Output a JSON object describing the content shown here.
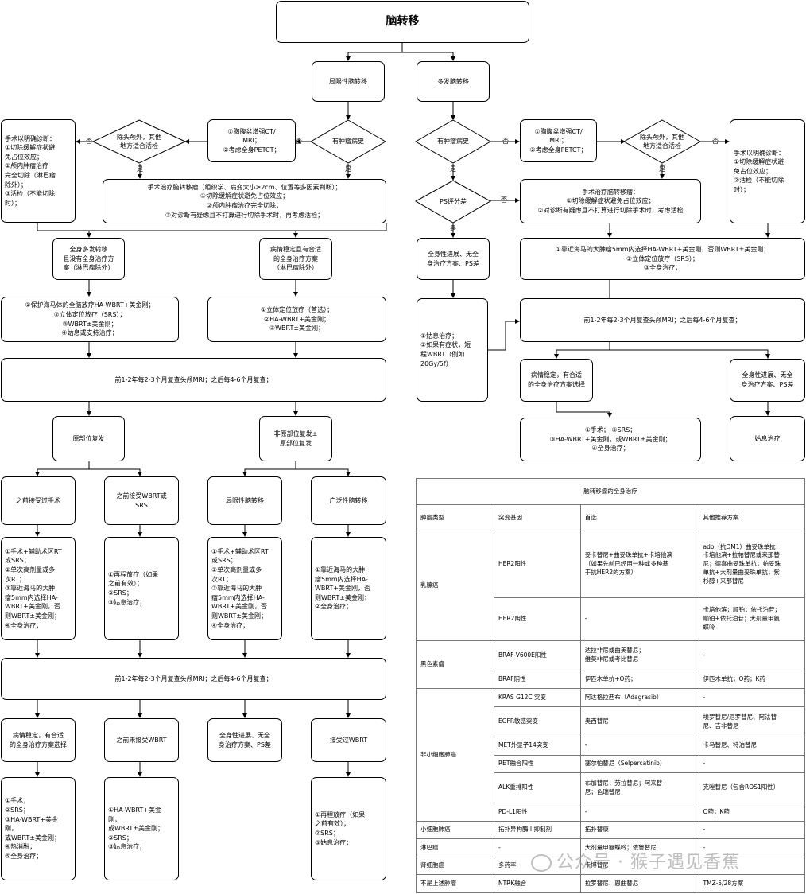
{
  "title": "脑转移",
  "top": {
    "localized": "局限性脑转移",
    "multiple": "多发脑转移"
  },
  "left": {
    "diamond_tumor_history": "有肿瘤病史",
    "imaging": "①胸腹盆增强CT/\nMRI；\n②考虑全身PETCT；",
    "diamond_other_sites": "除头颅外，其他\n地方适合活检",
    "surgery_diagnosis": "手术以明确诊断：\n①切除缓解症状避\n免占位效应；\n②颅内肿瘤治疗\n完全切除（淋巴瘤\n除外）；\n③活检（不能切除\n时）；",
    "surgery_main": "手术治疗脑转移瘤（组织学、病变大小≥2cm、位置等多因素判断）；\n①切除缓解症状避免占位效应；\n②颅内肿瘤治疗完全切除；\n③对诊断有疑虑且不打算进行切除手术时，再考虑活检；",
    "systemic_poor": "全身多发转移\n且没有全身治疗方\n案（淋巴瘤除外）",
    "systemic_stable": "病情稳定且有合适\n的全身治疗方案\n（淋巴瘤除外）",
    "tx_poor": "①保护海马体的全脑放疗HA-WBRT+美金刚；\n②立体定位放疗（SRS）；\n③WBRT±美金刚；\n④姑息或支持治疗；",
    "tx_stable": "①立体定位放疗（首选）；\n②HA-WBRT+美金刚；\n③WBRT±美金刚；",
    "followup": "前1-2年每2-3个月复查头颅MRI；之后每4-6个月复查；",
    "recur_local": "原部位复发",
    "recur_nonlocal": "非原部位复发±\n原部位复发",
    "prior_surgery": "之前接受过手术",
    "prior_wbrt_srs": "之前接受WBRT或\nSRS",
    "limited_mets": "局限性脑转移",
    "extensive_mets": "广泛性脑转移",
    "tx_prior_surgery": "①手术+辅助术区RT\n或SRS；\n②单次高剂量或多\n次RT；\n③靠近海马的大肿\n瘤5mm内选择HA-\nWBRT+美金刚，否\n则WBRT±美金刚；\n④全身治疗；",
    "tx_prior_wbrt": "①再程放疗（如果\n之前有效）；\n②SRS；\n③姑息治疗；",
    "tx_limited": "①手术+辅助术区RT\n或SRS；\n②单次高剂量或多\n次RT；\n③靠近海马的大肿\n瘤5mm内选择HA-\nWBRT+美金刚，否\n则WBRT±美金刚；\n④全身治疗；",
    "tx_extensive": "①靠近海马的大肿\n瘤5mm内选择HA-\nWBRT+美金刚，否\n则WBRT±美金刚；\n②全身治疗；",
    "followup2": "前1-2年每2-3个月复查头颅MRI；之后每4-6个月复查；",
    "stable_option": "病情稳定，有合适\n的全身治疗方案选择",
    "no_prior_wbrt": "之前未接受WBRT",
    "progression": "全身性进展、无全\n身治疗方案、PS差",
    "prior_wbrt": "接受过WBRT",
    "tx_stable_option": "①手术；\n②SRS；\n③HA-WBRT+美金\n刚，\n或WBRT±美金刚；\n④热消融；\n⑤全身治疗；",
    "tx_no_prior_wbrt": "①HA-WBRT+美金\n刚，\n或WBRT±美金刚；\n②SRS；\n③姑息治疗；"
  },
  "right": {
    "diamond_tumor_history": "有肿瘤病史",
    "imaging": "①胸腹盆增强CT/\nMRI；\n②考虑全身PETCT；",
    "diamond_other_sites": "除头颅外，其他\n地方适合活检",
    "surgery_diagnosis": "手术以明确诊断：\n①切除缓解症状避\n免占位效应；\n②活检（不能切除\n时）；",
    "diamond_ps": "PS评分差",
    "surgery_main": "手术治疗脑转移瘤：\n①切除缓解症状避免占位效应；\n②对诊断有疑虑且不打算进行切除手术时，考虑活检",
    "tx_main": "①靠近海马的大肿瘤5mm内选择HA-WBRT+美金刚，否则WBRT±美金刚；\n②立体定位放疗（SRS）；\n③全身治疗；",
    "progression": "全身性进展、无全\n身治疗方案、PS差",
    "palliative": "①姑息治疗；\n②如果有症状，短\n程WBRT（例如\n20Gy/5f）",
    "followup": "前1-2年每2-3个月复查头颅MRI；之后每4-6个月复查；",
    "stable_option": "病情稳定，有合适\n的全身治疗方案选择",
    "progression2": "全身性进展、无全\n身治疗方案、PS差",
    "tx_stable_option": "①手术；  ②SRS；\n③HA-WBRT+美金刚，或WBRT±美金刚；\n④全身治疗；",
    "palliative2": "姑息治疗"
  },
  "labels": {
    "yes": "是",
    "no": "否"
  },
  "table": {
    "caption": "脑转移瘤的全身治疗",
    "headers": [
      "肿瘤类型",
      "突变基因",
      "首选",
      "其他推荐方案"
    ],
    "rows": [
      {
        "type": "乳腺癌",
        "span": 2,
        "gene": "HER2阳性",
        "first": "妥卡替尼+曲妥珠单抗+卡培他滨\n（如果先前已经用一种或多种基\n于抗HER2的方案）",
        "other": "ado（抗DM1）曲妥珠单抗；\n卡培他滨+拉帕替尼或来那替\n尼；德喜曲妥珠单抗；帕妥珠\n单抗+大剂量曲妥珠单抗；紫\n杉醇+来那替尼"
      },
      {
        "gene": "HER2阴性",
        "first": "-",
        "other": "卡培他滨；顺铂；依托泊苷；\n顺铂+依托泊苷；大剂量甲氨\n蝶呤"
      },
      {
        "type": "黑色素瘤",
        "span": 2,
        "gene": "BRAF-V600E阳性",
        "first": "达拉非尼或曲美替尼；\n维莫非尼或考比替尼",
        "other": "-"
      },
      {
        "gene": "BRAF阴性",
        "first": "伊匹木单抗+O药；",
        "other": "伊匹木单抗；O药；K药"
      },
      {
        "type": "非小细胞肺癌",
        "span": 6,
        "gene": "KRAS G12C 突变",
        "first": "阿达格拉西布（Adagrasib）",
        "other": "-"
      },
      {
        "gene": "EGFR敏感突变",
        "first": "奥西替尼",
        "other": "埃罗替尼/厄罗替尼、阿法替\n尼、吉非替尼"
      },
      {
        "gene": "MET外显子14突变",
        "first": "-",
        "other": "卡马替尼、特泊替尼"
      },
      {
        "gene": "RET融合阳性",
        "first": "塞尔帕替尼（Selpercatinib）",
        "other": "-"
      },
      {
        "gene": "ALK重排阳性",
        "first": "布加替尼；劳拉替尼；阿来替\n尼；色瑞替尼",
        "other": "克唑替尼（包含ROS1阳性）"
      },
      {
        "gene": "PD-L1阳性",
        "first": "-",
        "other": "O药；K药"
      },
      {
        "type": "小细胞肺癌",
        "span": 1,
        "gene": "拓扑异构酶 I 抑制剂",
        "first": "拓扑替康",
        "other": "-"
      },
      {
        "type": "淋巴瘤",
        "span": 1,
        "gene": "-",
        "first": "大剂量甲氨蝶呤；依鲁替尼",
        "other": "-"
      },
      {
        "type": "肾细胞癌",
        "span": 1,
        "gene": "多药率",
        "first": "卡博替尼",
        "other": "-"
      },
      {
        "type": "不是上述肿瘤",
        "span": 1,
        "gene": "NTRK融合",
        "first": "拉罗替尼、恩曲替尼",
        "other": "TMZ-5/28方案"
      }
    ]
  },
  "watermark": "公众号 · 猴子遇见香蕉"
}
